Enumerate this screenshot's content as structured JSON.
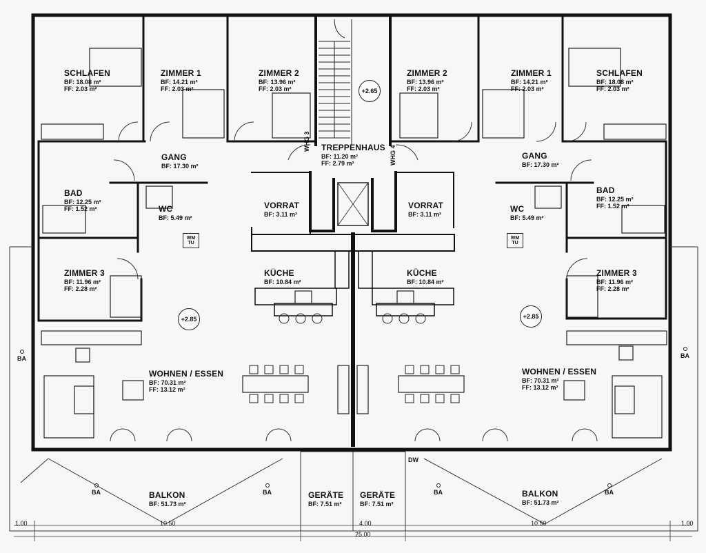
{
  "rooms": [
    {
      "id": "schlafen_l",
      "name": "SCHLAFEN",
      "bf": "BF: 18.08 m²",
      "ff": "FF: 2.03 m²"
    },
    {
      "id": "zimmer1_l",
      "name": "ZIMMER 1",
      "bf": "BF: 14.21 m²",
      "ff": "FF: 2.03 m²"
    },
    {
      "id": "zimmer2_l",
      "name": "ZIMMER 2",
      "bf": "BF: 13.96 m²",
      "ff": "FF: 2.03 m²"
    },
    {
      "id": "zimmer2_r",
      "name": "ZIMMER 2",
      "bf": "BF: 13.96 m²",
      "ff": "FF: 2.03 m²"
    },
    {
      "id": "zimmer1_r",
      "name": "ZIMMER 1",
      "bf": "BF: 14.21 m²",
      "ff": "FF: 2.03 m²"
    },
    {
      "id": "schlafen_r",
      "name": "SCHLAFEN",
      "bf": "BF: 18.08 m²",
      "ff": "FF: 2.03 m²"
    },
    {
      "id": "treppenhaus",
      "name": "TREPPENHAUS",
      "bf": "BF: 11.20 m²",
      "ff": "FF: 2.79 m²"
    },
    {
      "id": "gang_l",
      "name": "GANG",
      "bf": "BF: 17.30 m²",
      "ff": ""
    },
    {
      "id": "gang_r",
      "name": "GANG",
      "bf": "BF: 17.30 m²",
      "ff": ""
    },
    {
      "id": "bad_l",
      "name": "BAD",
      "bf": "BF: 12.25 m²",
      "ff": "FF: 1.52 m²"
    },
    {
      "id": "bad_r",
      "name": "BAD",
      "bf": "BF: 12.25 m²",
      "ff": "FF: 1.52 m²"
    },
    {
      "id": "wc_l",
      "name": "WC",
      "bf": "BF: 5.49 m²",
      "ff": ""
    },
    {
      "id": "wc_r",
      "name": "WC",
      "bf": "BF: 5.49 m²",
      "ff": ""
    },
    {
      "id": "vorrat_l",
      "name": "VORRAT",
      "bf": "BF: 3.11 m²",
      "ff": ""
    },
    {
      "id": "vorrat_r",
      "name": "VORRAT",
      "bf": "BF: 3.11 m²",
      "ff": ""
    },
    {
      "id": "zimmer3_l",
      "name": "ZIMMER 3",
      "bf": "BF: 11.96 m²",
      "ff": "FF: 2.28 m²"
    },
    {
      "id": "zimmer3_r",
      "name": "ZIMMER 3",
      "bf": "BF: 11.96 m²",
      "ff": "FF: 2.28 m²"
    },
    {
      "id": "kueche_l",
      "name": "KÜCHE",
      "bf": "BF: 10.84 m²",
      "ff": ""
    },
    {
      "id": "kueche_r",
      "name": "KÜCHE",
      "bf": "BF: 10.84 m²",
      "ff": ""
    },
    {
      "id": "wohnen_l",
      "name": "WOHNEN / ESSEN",
      "bf": "BF: 70.31 m²",
      "ff": "FF: 13.12 m²"
    },
    {
      "id": "wohnen_r",
      "name": "WOHNEN / ESSEN",
      "bf": "BF: 70.31 m²",
      "ff": "FF: 13.12 m²"
    },
    {
      "id": "balkon_l",
      "name": "BALKON",
      "bf": "BF: 51.73 m²",
      "ff": ""
    },
    {
      "id": "balkon_r",
      "name": "BALKON",
      "bf": "BF: 51.73 m²",
      "ff": ""
    },
    {
      "id": "geraete_l",
      "name": "GERÄTE",
      "bf": "BF: 7.51 m²",
      "ff": ""
    },
    {
      "id": "geraete_r",
      "name": "GERÄTE",
      "bf": "BF: 7.51 m²",
      "ff": ""
    }
  ],
  "labels": {
    "whg3": "WHG 3",
    "whg4": "WHG 4",
    "ba": "BA",
    "dw": "DW",
    "wm": "WM",
    "tu": "TU",
    "elev_stair": "+2.65",
    "elev_left": "+2.85",
    "elev_right": "+2.85"
  },
  "dimensions": {
    "d1_left": "1.00",
    "d1050_left": "10.50",
    "d400": "4.00",
    "d1050_right": "10.50",
    "d1_right": "1.00",
    "total": "25.00"
  },
  "colors": {
    "wall": "#111111",
    "line": "#333333",
    "paper": "#f7f7f5"
  }
}
